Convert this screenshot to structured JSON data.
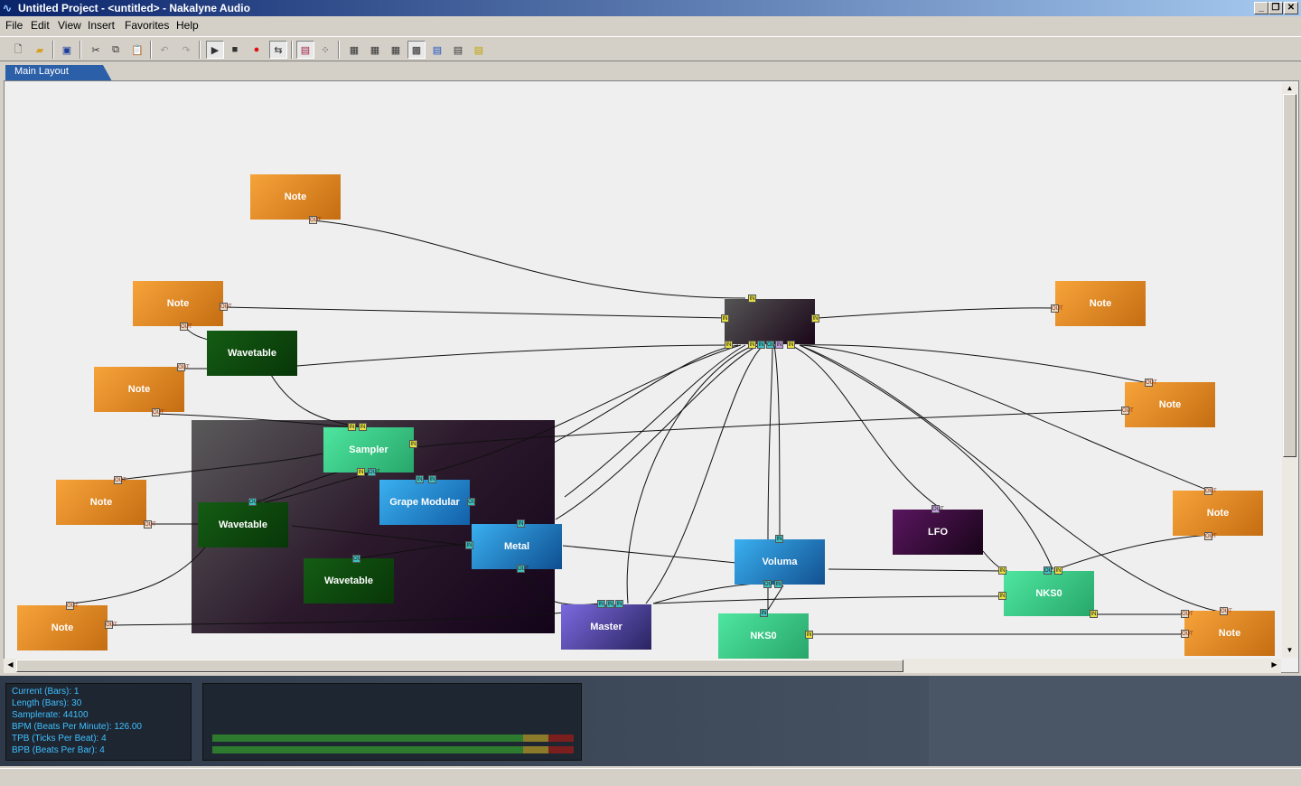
{
  "window": {
    "title": "Untitled Project - <untitled> - Nakalyne Audio",
    "app_icon": "waveform-icon",
    "controls": [
      "minimize-icon",
      "restore-icon",
      "close-icon"
    ]
  },
  "menu": [
    "File",
    "Edit",
    "View",
    "Insert",
    "Favorites",
    "Help"
  ],
  "toolbar": {
    "buttons": [
      "new-file-icon",
      "open-folder-icon",
      "save-icon",
      "cut-icon",
      "copy-icon",
      "paste-icon",
      "undo-icon",
      "redo-icon",
      "play-icon",
      "stop-icon",
      "record-icon",
      "loop-icon",
      "mixer-icon",
      "pattern-icon",
      "view1-icon",
      "view2-icon",
      "view3-icon",
      "view4-icon",
      "view5-icon",
      "view6-icon",
      "view7-icon"
    ]
  },
  "tabs": [
    "Main Layout"
  ],
  "nodes": {
    "note1": "Note",
    "note2": "Note",
    "note3": "Note",
    "note4": "Note",
    "note5": "Note",
    "note6": "Note",
    "note7": "Note",
    "note8": "Note",
    "note9": "Note",
    "wavetable1": "Wavetable",
    "wavetable2": "Wavetable",
    "wavetable3": "Wavetable",
    "sampler": "Sampler",
    "grape": "Grape Modular",
    "metal": "Metal",
    "master": "Master",
    "voluma": "Voluma",
    "nks1": "NKS0",
    "nks2": "NKS0",
    "lfo": "LFO"
  },
  "ports": {
    "in": "IN",
    "out": "OUT"
  },
  "info": {
    "current": "Current (Bars): 1",
    "length": "Length (Bars): 30",
    "samplerate": "Samplerate: 44100",
    "bpm": "BPM (Beats Per Minute): 126.00",
    "tpb": "TPB (Ticks Per Beat): 4",
    "bpb": "BPB (Beats Per Bar): 4"
  },
  "meters": {
    "left_level": 0.86,
    "right_level": 0.86
  }
}
